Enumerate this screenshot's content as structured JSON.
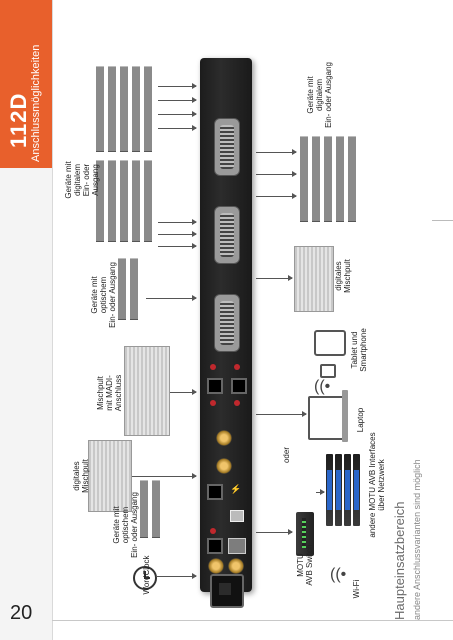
{
  "sidebar": {
    "model": "112D",
    "subtitle": "Anschlussmöglichkeiten",
    "page_number": "20"
  },
  "caption": {
    "title": "Haupteinsatzbereich",
    "subtitle": "andere Anschlussvarianten sind möglich"
  },
  "diagram_labels": {
    "digital_io_top": "Geräte mit digitalem\nEin- oder Ausgang",
    "digital_io_right": "Geräte mit digitalem\nEin- oder Ausgang",
    "optical_io_top": "Geräte mit optischem\nEin- oder Ausgang",
    "optical_io_left": "Geräte mit optischem\nEin- oder Ausgang",
    "mixer_midi": "Mischpult\nmit MADI-Anschluss",
    "digital_mixer_left": "digitales Mischpult",
    "digital_mixer_right": "digitales Mischpult",
    "tablet_smartphone": "Tablet und Smartphone",
    "laptop": "Laptop",
    "or": "oder",
    "motu_interfaces": "andere MOTU AVB Interfaces\nüber Netzwerk",
    "avb_switch": "MOTU\nAVB Switch",
    "wordclock": "WordClock",
    "wifi": "Wi-Fi"
  },
  "colors": {
    "accent": "#e8602c",
    "rack": "#1f1f1f"
  },
  "icons": [
    "clock-icon",
    "wifi-icon",
    "thunderbolt-icon",
    "usb-icon"
  ]
}
